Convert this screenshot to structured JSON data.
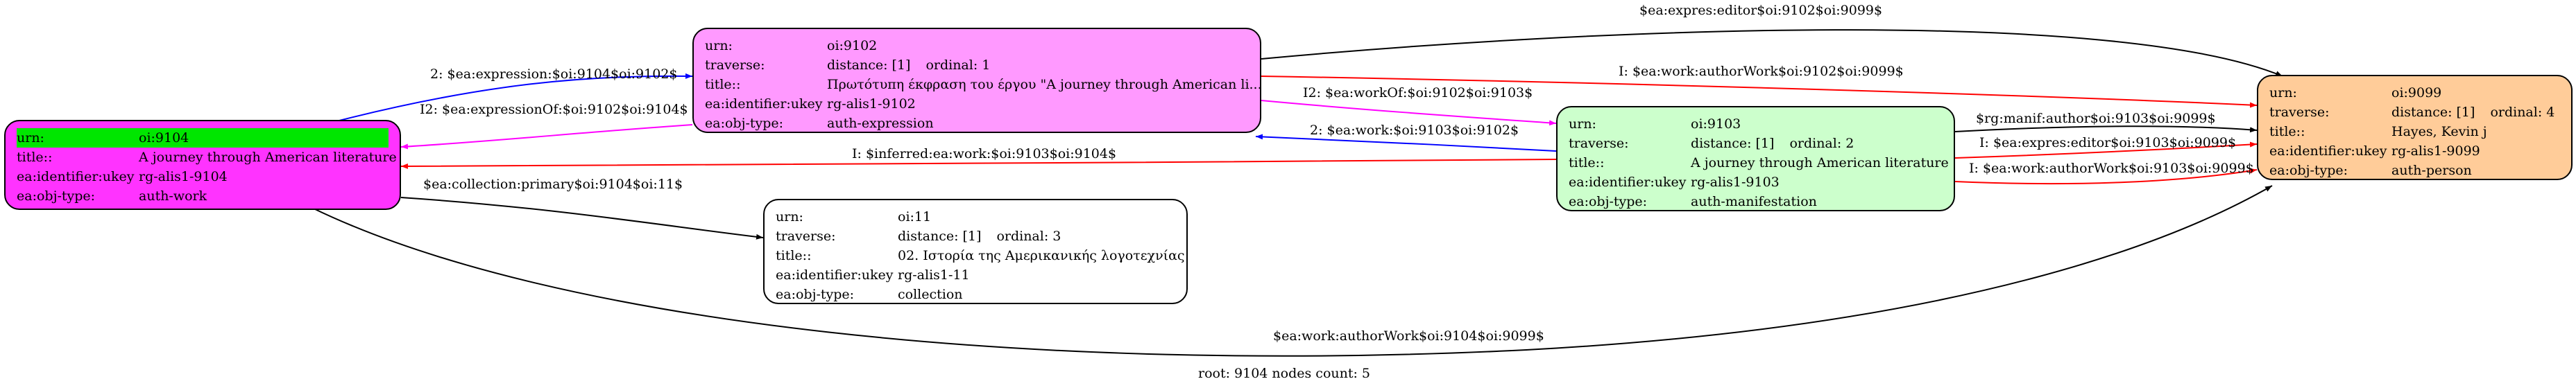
{
  "footer": "root: 9104 nodes count: 5",
  "nodes": {
    "n9104": {
      "rows": [
        {
          "k": "urn:",
          "v": "oi:9104"
        },
        {
          "k": "title::",
          "v": "A journey through American literature"
        },
        {
          "k": "ea:identifier:ukey",
          "v": "rg-alis1-9104"
        },
        {
          "k": "ea:obj-type:",
          "v": "auth-work"
        }
      ]
    },
    "n9102": {
      "rows": [
        {
          "k": "urn:",
          "v": "oi:9102"
        },
        {
          "k": "traverse:",
          "v": "distance: [1]",
          "v2": "ordinal: 1"
        },
        {
          "k": "title::",
          "v": "Πρωτότυπη έκφραση του έργου \"A journey through American li..."
        },
        {
          "k": "ea:identifier:ukey",
          "v": "rg-alis1-9102"
        },
        {
          "k": "ea:obj-type:",
          "v": "auth-expression"
        }
      ]
    },
    "n9103": {
      "rows": [
        {
          "k": "urn:",
          "v": "oi:9103"
        },
        {
          "k": "traverse:",
          "v": "distance: [1]",
          "v2": "ordinal: 2"
        },
        {
          "k": "title::",
          "v": "A journey through American literature"
        },
        {
          "k": "ea:identifier:ukey",
          "v": "rg-alis1-9103"
        },
        {
          "k": "ea:obj-type:",
          "v": "auth-manifestation"
        }
      ]
    },
    "n11": {
      "rows": [
        {
          "k": "urn:",
          "v": "oi:11"
        },
        {
          "k": "traverse:",
          "v": "distance: [1]",
          "v2": "ordinal: 3"
        },
        {
          "k": "title::",
          "v": "02. Ιστορία της Αμερικανικής λογοτεχνίας"
        },
        {
          "k": "ea:identifier:ukey",
          "v": "rg-alis1-11"
        },
        {
          "k": "ea:obj-type:",
          "v": "collection"
        }
      ]
    },
    "n9099": {
      "rows": [
        {
          "k": "urn:",
          "v": "oi:9099"
        },
        {
          "k": "traverse:",
          "v": "distance: [1]",
          "v2": "ordinal: 4"
        },
        {
          "k": "title::",
          "v": "Hayes, Kevin j"
        },
        {
          "k": "ea:identifier:ukey",
          "v": "rg-alis1-9099"
        },
        {
          "k": "ea:obj-type:",
          "v": "auth-person"
        }
      ]
    }
  },
  "edges": {
    "e1": "2: $ea:expression:$oi:9104$oi:9102$",
    "e2": "I2: $ea:expressionOf:$oi:9102$oi:9104$",
    "e3": "$ea:expres:editor$oi:9102$oi:9099$",
    "e4": "I: $ea:work:authorWork$oi:9102$oi:9099$",
    "e5": "I2: $ea:workOf:$oi:9102$oi:9103$",
    "e6": "2: $ea:work:$oi:9103$oi:9102$",
    "e7": "I: $inferred:ea:work:$oi:9103$oi:9104$",
    "e8": "$rg:manif:author$oi:9103$oi:9099$",
    "e9": "I: $ea:expres:editor$oi:9103$oi:9099$",
    "e10": "I: $ea:work:authorWork$oi:9103$oi:9099$",
    "e11": "$ea:collection:primary$oi:9104$oi:11$",
    "e12": "$ea:work:authorWork$oi:9104$oi:9099$"
  },
  "colors": {
    "n9104_fill": "#ff33ff",
    "n9102_fill": "#ff99ff",
    "n9103_fill": "#ccffcc",
    "n11_fill": "#ffffff",
    "n9099_fill": "#ffcc99",
    "highlight": "#00e600",
    "edge_black": "#000000",
    "edge_blue": "#0000ff",
    "edge_red": "#ff0000",
    "edge_magenta": "#ff00ff"
  }
}
